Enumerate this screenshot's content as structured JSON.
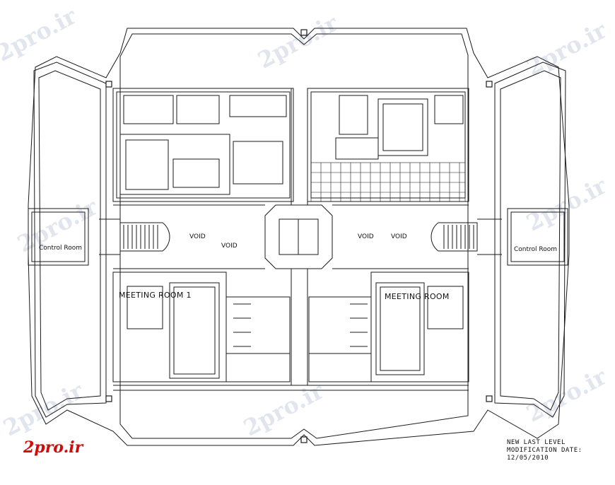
{
  "rooms": {
    "meeting_room_1": "MEETING ROOM 1",
    "meeting_room_2": "MEETING ROOM",
    "void_1": "VOID",
    "void_2": "VOID",
    "void_3": "VOID",
    "void_4": "VOID",
    "control_room_left": "Control Room",
    "control_room_right": "Control Room"
  },
  "notes": {
    "line1": "NEW LAST LEVEL",
    "line2": "MODIFICATION DATE:",
    "line3": "12/05/2010"
  },
  "watermark": {
    "text": "2pro.ir",
    "logo": "2pro.ir",
    "logo_color": "#d10a0a"
  },
  "colors": {
    "line": "#1a1a1a",
    "watermark": "#d7dde8"
  }
}
